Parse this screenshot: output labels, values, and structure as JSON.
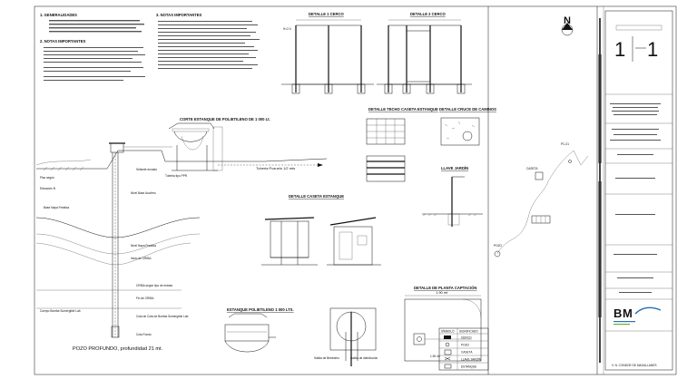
{
  "notes": {
    "heading_1": "1. GENERALIDADES",
    "heading_2": "2. NOTAS IMPORTANTES",
    "heading_3": "3. NOTAS IMPORTANTES"
  },
  "details": {
    "detail_1": "DETALLE 1 CERCO",
    "detail_2": "DETALLE 2 CERCO",
    "main_section": "CORTE ESTANQUE DE POLIETILENO DE 1 000 Lt.",
    "roof_tank": "DETALLE TECHO CASETA ESTANQUE",
    "roof_road": "DETALLE CRUCE DE CAMINOS",
    "key": "LLAVE JARDÍN",
    "hut": "DETALLE CASETA ESTANQUE",
    "poly_tank": "ESTANQUE POLIETILENO 1 000 LTS.",
    "plant": "DETALLE DE PLANTA CAPTACIÓN"
  },
  "labels": {
    "well_caption": "POZO PROFUNDO, profundidad 21 mt.",
    "exit_drinking": "Salida de Bebedero",
    "exit_distribution": "Salida de distribución",
    "plant_dim": "1.90 mt",
    "plant_dim_2": "1.90 mt",
    "north": "N",
    "pipe_label": "Tuberia  Pozuelo  1/2  mts"
  },
  "legend": {
    "header_symbol": "SÍMBOLO",
    "header_meaning": "SIGNIFICADO",
    "rows": [
      "CERCO",
      "POZO",
      "CASETA",
      "LLAVE JARDÍN",
      "ESTANQUE"
    ]
  },
  "title_block": {
    "sheet_number": "1",
    "sheet_total": "1",
    "footer": "V. N. CONDOE DE MAGALLANES"
  },
  "colors": {
    "logo_blue": "#2a6fb0",
    "logo_green": "#6aaa3a"
  }
}
